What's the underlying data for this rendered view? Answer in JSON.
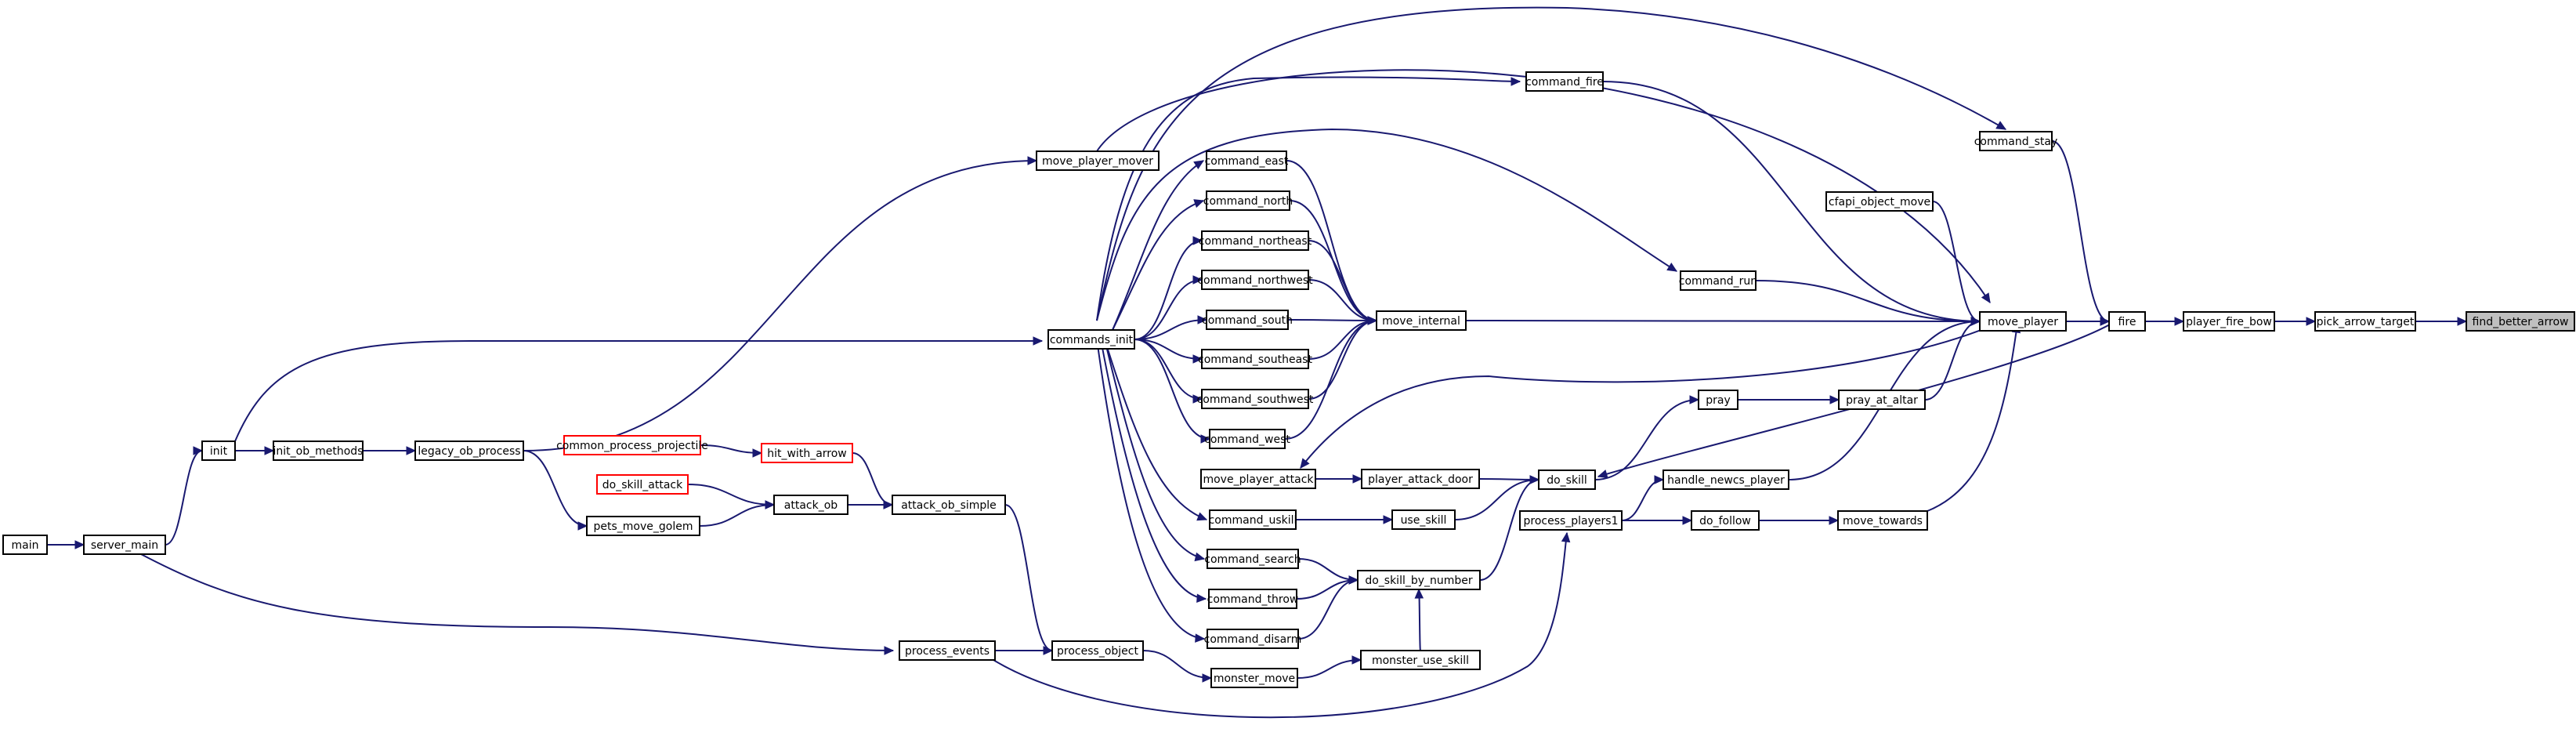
{
  "diagram": {
    "type": "call-graph",
    "colors": {
      "edge": "#191970",
      "node_border": "#000000",
      "incomplete_border": "#ff0000",
      "root_fill": "#bfbfbf"
    },
    "nodes": [
      {
        "id": "find_better_arrow",
        "label": "find_better_arrow",
        "root": true
      },
      {
        "id": "pick_arrow_target",
        "label": "pick_arrow_target"
      },
      {
        "id": "player_fire_bow",
        "label": "player_fire_bow"
      },
      {
        "id": "fire",
        "label": "fire"
      },
      {
        "id": "command_stay",
        "label": "command_stay"
      },
      {
        "id": "move_player",
        "label": "move_player"
      },
      {
        "id": "cfapi_object_move",
        "label": "cfapi_object_move"
      },
      {
        "id": "command_fire",
        "label": "command_fire"
      },
      {
        "id": "move_player_mover",
        "label": "move_player_mover"
      },
      {
        "id": "command_east",
        "label": "command_east"
      },
      {
        "id": "command_north",
        "label": "command_north"
      },
      {
        "id": "command_northeast",
        "label": "command_northeast"
      },
      {
        "id": "command_northwest",
        "label": "command_northwest"
      },
      {
        "id": "command_south",
        "label": "command_south"
      },
      {
        "id": "commands_init",
        "label": "commands_init"
      },
      {
        "id": "move_internal",
        "label": "move_internal"
      },
      {
        "id": "command_run",
        "label": "command_run"
      },
      {
        "id": "command_southeast",
        "label": "command_southeast"
      },
      {
        "id": "command_southwest",
        "label": "command_southwest"
      },
      {
        "id": "command_west",
        "label": "command_west"
      },
      {
        "id": "pray",
        "label": "pray"
      },
      {
        "id": "pray_at_altar",
        "label": "pray_at_altar"
      },
      {
        "id": "init",
        "label": "init"
      },
      {
        "id": "init_ob_methods",
        "label": "init_ob_methods"
      },
      {
        "id": "legacy_ob_process",
        "label": "legacy_ob_process"
      },
      {
        "id": "common_process_projectile",
        "label": "common_process_projectile",
        "incomplete": true
      },
      {
        "id": "hit_with_arrow",
        "label": "hit_with_arrow",
        "incomplete": true
      },
      {
        "id": "do_skill_attack",
        "label": "do_skill_attack",
        "incomplete": true
      },
      {
        "id": "move_player_attack",
        "label": "move_player_attack"
      },
      {
        "id": "player_attack_door",
        "label": "player_attack_door"
      },
      {
        "id": "do_skill",
        "label": "do_skill"
      },
      {
        "id": "handle_newcs_player",
        "label": "handle_newcs_player"
      },
      {
        "id": "attack_ob",
        "label": "attack_ob"
      },
      {
        "id": "attack_ob_simple",
        "label": "attack_ob_simple"
      },
      {
        "id": "main",
        "label": "main"
      },
      {
        "id": "server_main",
        "label": "server_main"
      },
      {
        "id": "pets_move_golem",
        "label": "pets_move_golem"
      },
      {
        "id": "command_uskill",
        "label": "command_uskill"
      },
      {
        "id": "use_skill",
        "label": "use_skill"
      },
      {
        "id": "process_players1",
        "label": "process_players1"
      },
      {
        "id": "do_follow",
        "label": "do_follow"
      },
      {
        "id": "move_towards",
        "label": "move_towards"
      },
      {
        "id": "command_search",
        "label": "command_search"
      },
      {
        "id": "do_skill_by_number",
        "label": "do_skill_by_number"
      },
      {
        "id": "command_throw",
        "label": "command_throw"
      },
      {
        "id": "command_disarm",
        "label": "command_disarm"
      },
      {
        "id": "process_events",
        "label": "process_events"
      },
      {
        "id": "process_object",
        "label": "process_object"
      },
      {
        "id": "monster_use_skill",
        "label": "monster_use_skill"
      },
      {
        "id": "monster_move",
        "label": "monster_move"
      }
    ],
    "edges": [
      [
        "pick_arrow_target",
        "find_better_arrow"
      ],
      [
        "player_fire_bow",
        "pick_arrow_target"
      ],
      [
        "fire",
        "player_fire_bow"
      ],
      [
        "move_player",
        "fire"
      ],
      [
        "command_stay",
        "fire"
      ],
      [
        "do_skill",
        "fire"
      ],
      [
        "move_internal",
        "move_player"
      ],
      [
        "command_run",
        "move_player"
      ],
      [
        "command_fire",
        "move_player"
      ],
      [
        "cfapi_object_move",
        "move_player"
      ],
      [
        "move_player_mover",
        "move_player"
      ],
      [
        "pray_at_altar",
        "move_player"
      ],
      [
        "handle_newcs_player",
        "move_player"
      ],
      [
        "move_towards",
        "move_player"
      ],
      [
        "move_player",
        "move_player_attack"
      ],
      [
        "pray",
        "pray_at_altar"
      ],
      [
        "do_skill",
        "pray"
      ],
      [
        "commands_init",
        "command_stay"
      ],
      [
        "commands_init",
        "command_fire"
      ],
      [
        "commands_init",
        "command_run"
      ],
      [
        "legacy_ob_process",
        "move_player_mover"
      ],
      [
        "command_east",
        "move_internal"
      ],
      [
        "command_north",
        "move_internal"
      ],
      [
        "command_northeast",
        "move_internal"
      ],
      [
        "command_northwest",
        "move_internal"
      ],
      [
        "command_south",
        "move_internal"
      ],
      [
        "command_southeast",
        "move_internal"
      ],
      [
        "command_southwest",
        "move_internal"
      ],
      [
        "command_west",
        "move_internal"
      ],
      [
        "commands_init",
        "command_east"
      ],
      [
        "commands_init",
        "command_north"
      ],
      [
        "commands_init",
        "command_northeast"
      ],
      [
        "commands_init",
        "command_northwest"
      ],
      [
        "commands_init",
        "command_south"
      ],
      [
        "commands_init",
        "command_southeast"
      ],
      [
        "commands_init",
        "command_southwest"
      ],
      [
        "commands_init",
        "command_west"
      ],
      [
        "commands_init",
        "command_uskill"
      ],
      [
        "commands_init",
        "command_search"
      ],
      [
        "commands_init",
        "command_throw"
      ],
      [
        "commands_init",
        "command_disarm"
      ],
      [
        "init",
        "commands_init"
      ],
      [
        "init",
        "init_ob_methods"
      ],
      [
        "init_ob_methods",
        "legacy_ob_process"
      ],
      [
        "server_main",
        "init"
      ],
      [
        "main",
        "server_main"
      ],
      [
        "server_main",
        "process_events"
      ],
      [
        "move_player_attack",
        "player_attack_door"
      ],
      [
        "player_attack_door",
        "do_skill"
      ],
      [
        "use_skill",
        "do_skill"
      ],
      [
        "do_skill_by_number",
        "do_skill"
      ],
      [
        "command_uskill",
        "use_skill"
      ],
      [
        "command_search",
        "do_skill_by_number"
      ],
      [
        "command_throw",
        "do_skill_by_number"
      ],
      [
        "command_disarm",
        "do_skill_by_number"
      ],
      [
        "monster_use_skill",
        "do_skill_by_number"
      ],
      [
        "process_players1",
        "handle_newcs_player"
      ],
      [
        "process_players1",
        "do_follow"
      ],
      [
        "do_follow",
        "move_towards"
      ],
      [
        "process_events",
        "process_players1"
      ],
      [
        "common_process_projectile",
        "hit_with_arrow"
      ],
      [
        "hit_with_arrow",
        "attack_ob_simple"
      ],
      [
        "do_skill_attack",
        "attack_ob"
      ],
      [
        "attack_ob",
        "attack_ob_simple"
      ],
      [
        "pets_move_golem",
        "attack_ob"
      ],
      [
        "legacy_ob_process",
        "pets_move_golem"
      ],
      [
        "attack_ob_simple",
        "process_object"
      ],
      [
        "process_events",
        "process_object"
      ],
      [
        "process_object",
        "monster_move"
      ],
      [
        "monster_move",
        "monster_use_skill"
      ]
    ]
  }
}
